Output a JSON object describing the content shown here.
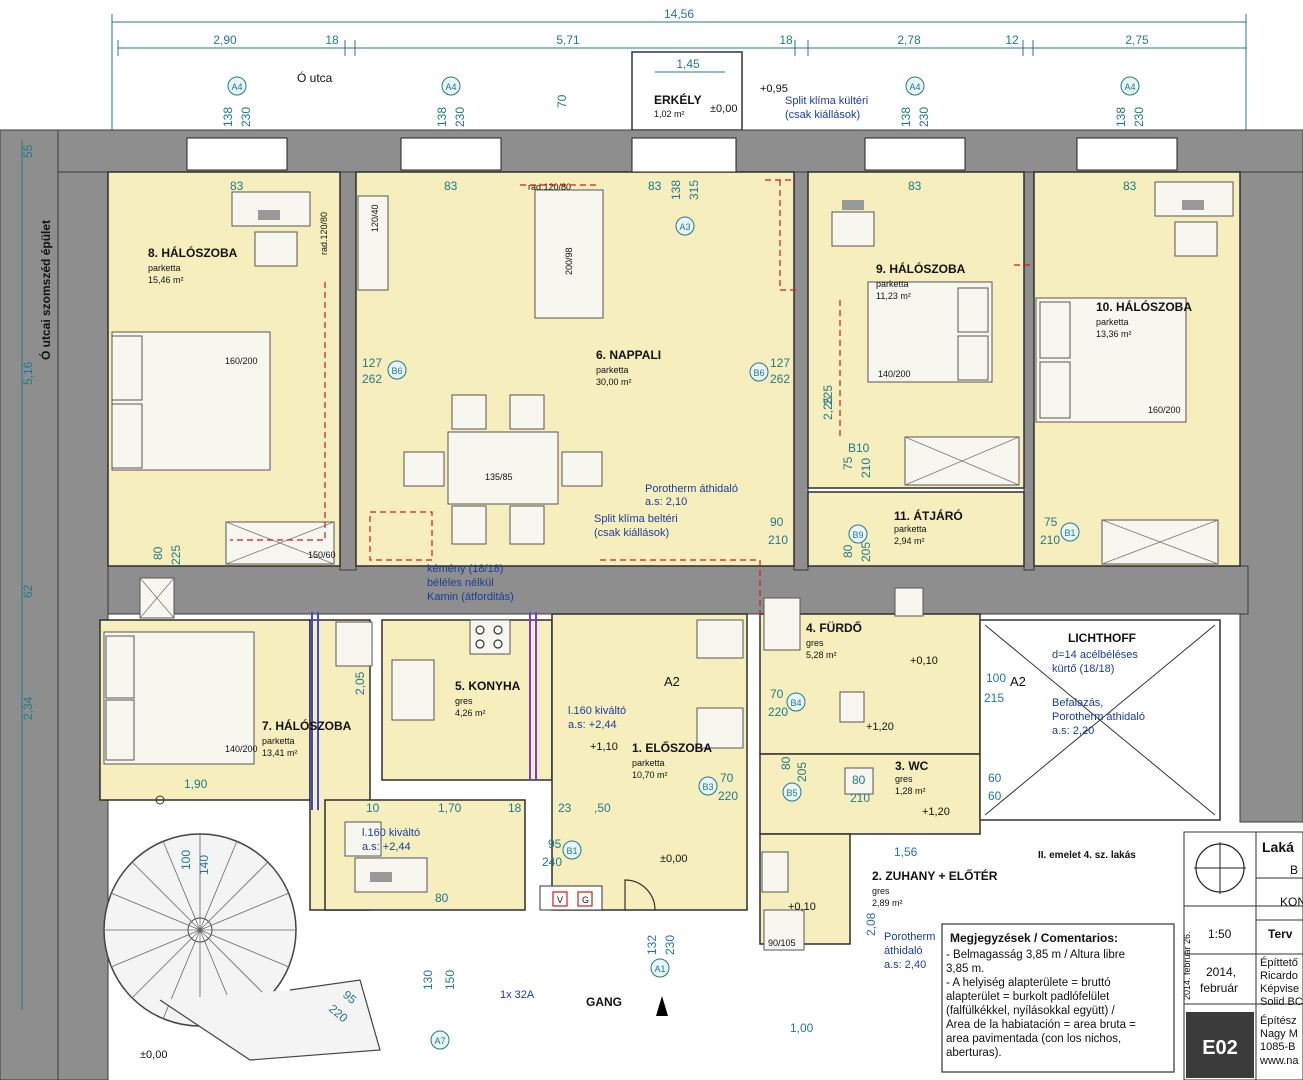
{
  "dimensions": {
    "top_total": "14,56",
    "top_segments": [
      "2,90",
      "18",
      "5,71",
      "18",
      "2,78",
      "12",
      "2,75"
    ],
    "balcony_width": "1,45",
    "balcony_depth": "70",
    "left_height": "5,16",
    "left_mid": "62",
    "left_lower": "2,34",
    "left_top": "55",
    "stair_width": "1,90",
    "bottom_width": "1,00",
    "shaft_width": "1,56"
  },
  "street": {
    "label": "Ó utca",
    "neighbor": "Ó utcai szomszéd épület"
  },
  "balcony": {
    "name": "ERKÉLY",
    "area": "1,02 m²",
    "level": "±0,00",
    "level2": "+0,95"
  },
  "split_outdoor": {
    "line1": "Split klíma kültéri",
    "line2": "(csak kiállások)"
  },
  "split_indoor": {
    "line1": "Split klíma beltéri",
    "line2": "(csak kiállások)"
  },
  "porotherm_1": {
    "line1": "Porotherm áthidaló",
    "line2": "a.s: 2,10"
  },
  "windows": [
    {
      "tag": "A4",
      "d1": "138",
      "d2": "230",
      "w": "83"
    },
    {
      "tag": "A4",
      "d1": "138",
      "d2": "230",
      "w": "83"
    },
    {
      "tag": "A3",
      "d1": "138",
      "d2": "315",
      "w": "83"
    },
    {
      "tag": "A4",
      "d1": "138",
      "d2": "230",
      "w": "83"
    },
    {
      "tag": "A4",
      "d1": "138",
      "d2": "230",
      "w": "83"
    }
  ],
  "rooms": [
    {
      "key": "r8",
      "name": "8. HÁLÓSZOBA",
      "floor": "parketta",
      "area": "15,46 m²"
    },
    {
      "key": "r6",
      "name": "6. NAPPALI",
      "floor": "parketta",
      "area": "30,00 m²"
    },
    {
      "key": "r9",
      "name": "9. HÁLÓSZOBA",
      "floor": "parketta",
      "area": "11,23 m²"
    },
    {
      "key": "r10",
      "name": "10. HÁLÓSZOBA",
      "floor": "parketta",
      "area": "13,36 m²"
    },
    {
      "key": "r11",
      "name": "11. ÁTJÁRÓ",
      "floor": "parketta",
      "area": "2,94 m²"
    },
    {
      "key": "r7",
      "name": "7. HÁLÓSZOBA",
      "floor": "parketta",
      "area": "13,41 m²"
    },
    {
      "key": "r5",
      "name": "5. KONYHA",
      "floor": "gres",
      "area": "4,26 m²"
    },
    {
      "key": "r1",
      "name": "1. ELŐSZOBA",
      "floor": "parketta",
      "area": "10,70 m²"
    },
    {
      "key": "r4",
      "name": "4. FÜRDŐ",
      "floor": "gres",
      "area": "5,28 m²"
    },
    {
      "key": "r3",
      "name": "3. WC",
      "floor": "gres",
      "area": "1,28 m²"
    },
    {
      "key": "r2",
      "name": "2. ZUHANY + ELŐTÉR",
      "floor": "gres",
      "area": "2,89 m²"
    }
  ],
  "furniture": {
    "bed8": "160/200",
    "bed9": "140/200",
    "bed10": "160/200",
    "bed7": "140/200",
    "table": "135/85",
    "sofa": "200/98",
    "rad1": "rad.120/80",
    "rad2": "rad.120/80",
    "shelf": "120/40",
    "wardrobe": "150/60",
    "shower": "90/105"
  },
  "doors": {
    "b6a": {
      "tag": "B6",
      "d1": "127",
      "d2": "262"
    },
    "b6b": {
      "tag": "B6",
      "d1": "127",
      "d2": "262"
    },
    "b10": {
      "tag": "B10",
      "d1": "75",
      "d2": "210",
      "d3": "225"
    },
    "b9": {
      "tag": "B9",
      "d1": "80",
      "d2": "205"
    },
    "b8": {
      "tag": "B1",
      "d1": "75",
      "d2": "210"
    },
    "b7": {
      "d1": "90",
      "d2": "210"
    },
    "b4": {
      "tag": "B4",
      "d1": "70",
      "d2": "220"
    },
    "b5": {
      "tag": "B5",
      "d1": "80",
      "d2": "205"
    },
    "b3": {
      "tag": "B3",
      "d1": "70",
      "d2": "220"
    },
    "b1": {
      "tag": "B1",
      "d1": "95",
      "d2": "240"
    },
    "wc_door": {
      "d1": "80",
      "d2": "210"
    },
    "light_door": {
      "d1": "100",
      "d2": "215"
    },
    "wc_vent": {
      "d1": "60",
      "d2": "60"
    }
  },
  "kitchen_notes": {
    "line1": "kémény (18/18)",
    "line2": "béléles nélkül",
    "line3": "Kamin (átforditás)"
  },
  "lintels": {
    "l1": {
      "line1": "l.160 kiváltó",
      "line2": "a.s: +2,44"
    },
    "l2": {
      "line1": "l.160 kiváltó",
      "line2": "a.s: +2,44"
    },
    "porotherm_2": {
      "line1": "Porotherm",
      "line2": "áthidaló",
      "line3": "a.s: 2,40"
    }
  },
  "lichthoff": {
    "title": "LICHTHOFF",
    "line1": "d=14 acélbéléses",
    "line2": "kürtő (18/18)",
    "line3": "Befalazás,",
    "line4": "Porotherm áthidaló",
    "line5": "a.s: 2,20"
  },
  "levels": {
    "zero": "±0,00",
    "plus110": "+1,10",
    "plus010": "+0,10",
    "plus120": "+1,20",
    "a2": "A2",
    "dim_205": "2,05",
    "dim_170": "1,70",
    "dim_18": "18",
    "dim_23": "23",
    "dim_150": ",50",
    "dim_10": "10",
    "dim_80": "80",
    "dim_208": "2,08",
    "dim_225": "2,25",
    "dim_80b": "80",
    "dim_225b": "225"
  },
  "entrance": {
    "tag": "A1",
    "d1": "132",
    "d2": "230",
    "tag2": "A7",
    "d3": "130",
    "d4": "150",
    "meter": "1x 32A",
    "gang": "GANG",
    "apartment": "II. emelet 4. sz. lakás"
  },
  "stair": {
    "d1": "100",
    "d2": "140",
    "d3": "95",
    "d4": "220",
    "level": "±0,00"
  },
  "notes": {
    "title": "Megjegyzések / Comentarios:",
    "l1": "- Belmagasság 3,85 m / Altura libre",
    "l2": "3,85 m.",
    "l3": "- A helyiség alapterülete = bruttó",
    "l4": "alapterület = burkolt padlófelület",
    "l5": "(falfülkékkel, nyílásokkal együtt) /",
    "l6": "Area de la habiatación = area bruta =",
    "l7": "area pavimentada (con los nichos,",
    "l8": "aberturas)."
  },
  "titleblock": {
    "lak": "Laká",
    "b": "B",
    "kon": "KON",
    "scale": "1:50",
    "terv": "Terv",
    "date": "2014,",
    "date2": "február",
    "rot_date": "2014. február 26.",
    "epitteto": "Építtető",
    "ricardo": "Ricardo",
    "kepvise": "Képvise",
    "solid": "Solid BC",
    "epitesz": "Építész",
    "nagy": "Nagy M",
    "addr": "1085-B",
    "www": "www.na",
    "sheet": "E02"
  },
  "utilities": {
    "v": "V",
    "g": "G"
  },
  "colors": {
    "room_fill": "#f6efbd",
    "dim": "#1f7a8c",
    "red": "#d11a1a",
    "note_blue": "#1a3d9e"
  }
}
